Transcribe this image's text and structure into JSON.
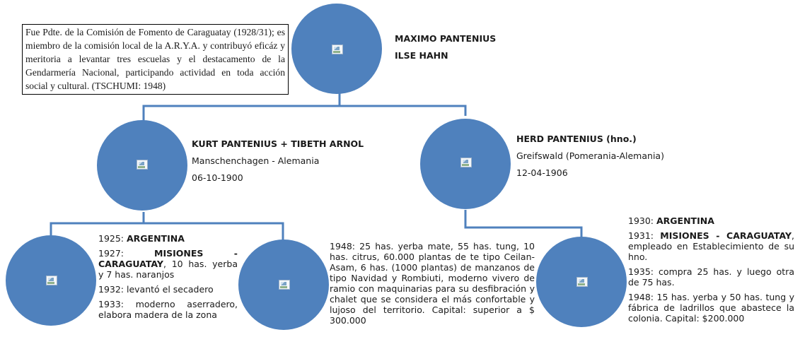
{
  "note_box": {
    "text": "Fue Pdte. de la Comisión de Fomento de Caraguatay (1928/31); es miembro de la comisión local de la A.R.Y.A. y contribuyó eficáz y meritoria a levantar tres escuelas y el destacamento de la Gendarmería Nacional, participando actividad en toda acción social y cultural. (TSCHUMI: 1948)"
  },
  "top": {
    "line1": "MAXIMO PANTENIUS",
    "line2": "ILSE HAHN"
  },
  "kurt": {
    "name": "KURT PANTENIUS + TIBETH ARNOL",
    "place": "Manschenchagen  - Alemania",
    "date": "06-10-1900"
  },
  "herd": {
    "name": "HERD PANTENIUS (hno.)",
    "place": "Greifswald (Pomerania-Alemania)",
    "date": "12-04-1906"
  },
  "kurt_notes": {
    "p1_prefix": "1925: ",
    "p1_bold": "ARGENTINA",
    "p2_prefix": "1927: ",
    "p2_bold": "MISIONES - CARAGUATAY",
    "p2_rest": ", 10 has. yerba y 7 has. naranjos",
    "p3": "1932: levantó el secadero",
    "p4": "1933: moderno aserradero, elabora madera de la zona"
  },
  "kurt_1948": {
    "text": "1948: 25 has. yerba mate, 55 has. tung, 10 has. citrus, 60.000 plantas de te tipo Ceilan-Asam, 6 has. (1000 plantas) de manzanos de tipo Navidad y Rombiuti, moderno vivero de ramio con maquinarias para su desfibración y chalet que se considera el más confortable y lujoso del territorio. Capital: superior a $ 300.000"
  },
  "herd_notes": {
    "p1_prefix": "1930: ",
    "p1_bold": "ARGENTINA",
    "p2_prefix": "1931: ",
    "p2_bold": "MISIONES - CARAGUATAY",
    "p2_rest": ", empleado en Establecimiento de su hno.",
    "p3": "1935: compra 25 has. y luego otra de 75 has.",
    "p4": "1948: 15 has. yerba y 50 has. tung y fábrica de ladrillos que abastece la colonia. Capital: $200.000"
  },
  "colors": {
    "circle_fill": "#4f81bd",
    "connector": "#4f81bd"
  },
  "icons": [
    "image-placeholder-icon"
  ]
}
